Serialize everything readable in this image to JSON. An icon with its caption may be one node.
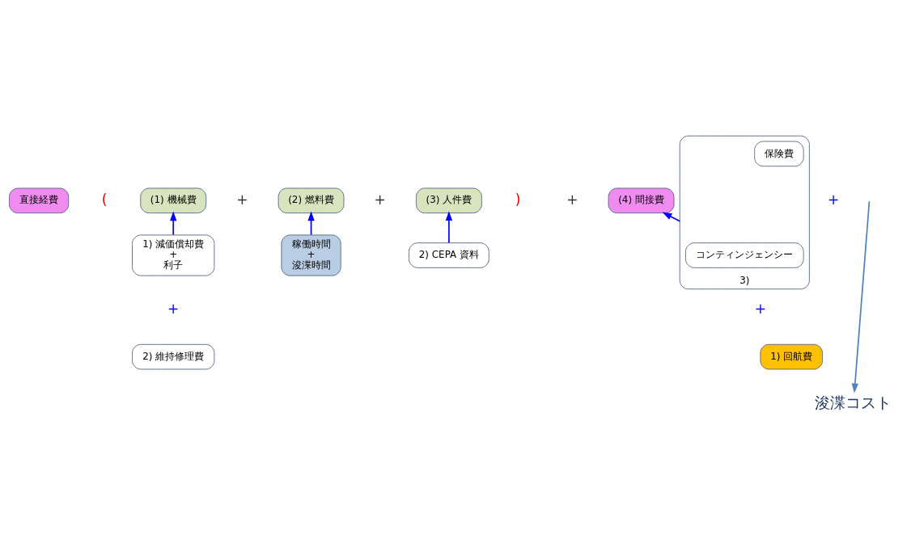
{
  "diagram": {
    "nodes": [
      {
        "text": [
          "直接経費"
        ]
      },
      {
        "text": [
          "(1) 機械費"
        ]
      },
      {
        "text": [
          "(2) 燃料費"
        ]
      },
      {
        "text": [
          "(3) 人件費"
        ]
      },
      {
        "text": [
          "(4) 間接費"
        ]
      },
      {
        "text": [
          "1) 減価償却費",
          "+",
          "利子"
        ]
      },
      {
        "text": [
          "2) 維持修理費"
        ]
      },
      {
        "text": [
          "稼働時間",
          "+",
          "浚渫時間"
        ]
      },
      {
        "text": [
          "2) CEPA 資料"
        ]
      },
      {
        "text": [
          "3)"
        ]
      },
      {
        "text": [
          "保険費"
        ],
        "in": 9
      },
      {
        "text": [
          "コンティンジェンシー"
        ],
        "in": 9
      },
      {
        "text": [
          "1) 回航費"
        ]
      },
      {
        "text": [
          "浚渫コスト"
        ]
      }
    ],
    "edges": [
      {
        "from": 5,
        "to": 1,
        "arrow": "to"
      },
      {
        "from": 7,
        "to": 2,
        "arrow": "to"
      },
      {
        "from": 8,
        "to": 3,
        "arrow": "to"
      },
      {
        "from": 9,
        "to": 4,
        "arrow": "to"
      },
      {
        "from": null,
        "to": 13,
        "arrow": "to",
        "color": "#4f81bd"
      }
    ],
    "labels": [
      "(",
      "+",
      "+",
      ")",
      "+",
      "+",
      "+",
      "+"
    ]
  }
}
